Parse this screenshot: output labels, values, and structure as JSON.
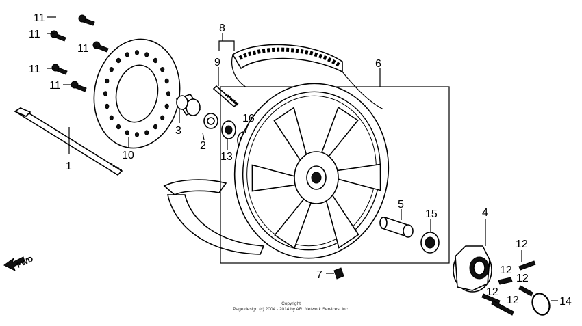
{
  "callouts": {
    "c1": "1",
    "c2": "2",
    "c3": "3",
    "c4": "4",
    "c5": "5",
    "c6": "6",
    "c7": "7",
    "c8": "8",
    "c9": "9",
    "c10": "10",
    "c11a": "11",
    "c11b": "11",
    "c11c": "11",
    "c11d": "11",
    "c11e": "11",
    "c12a": "12",
    "c12b": "12",
    "c12c": "12",
    "c12d": "12",
    "c12e": "12",
    "c13": "13",
    "c14": "14",
    "c15": "15",
    "c16": "16"
  },
  "fwd_label": "FWD",
  "copyright": {
    "line1": "Copyright",
    "line2": "Page design (c) 2004 - 2014 by ARI Network Services, Inc."
  }
}
